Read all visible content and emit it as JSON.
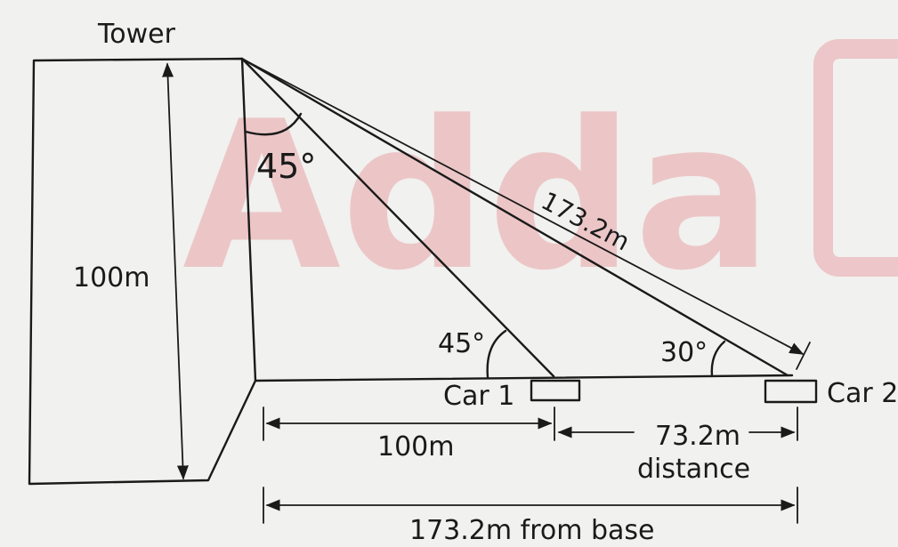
{
  "watermark": {
    "text": "Adda",
    "color": "#e8a3a8"
  },
  "labels": {
    "tower": "Tower",
    "tower_height": "100m",
    "top_angle": "45°",
    "car1_angle": "45°",
    "car2_angle": "30°",
    "slant": "173.2m",
    "car1": "Car 1",
    "car2": "Car 2",
    "dim_car1": "100m",
    "dim_between": "73.2m",
    "dim_between_sub": "distance",
    "dim_total": "173.2m from base"
  }
}
